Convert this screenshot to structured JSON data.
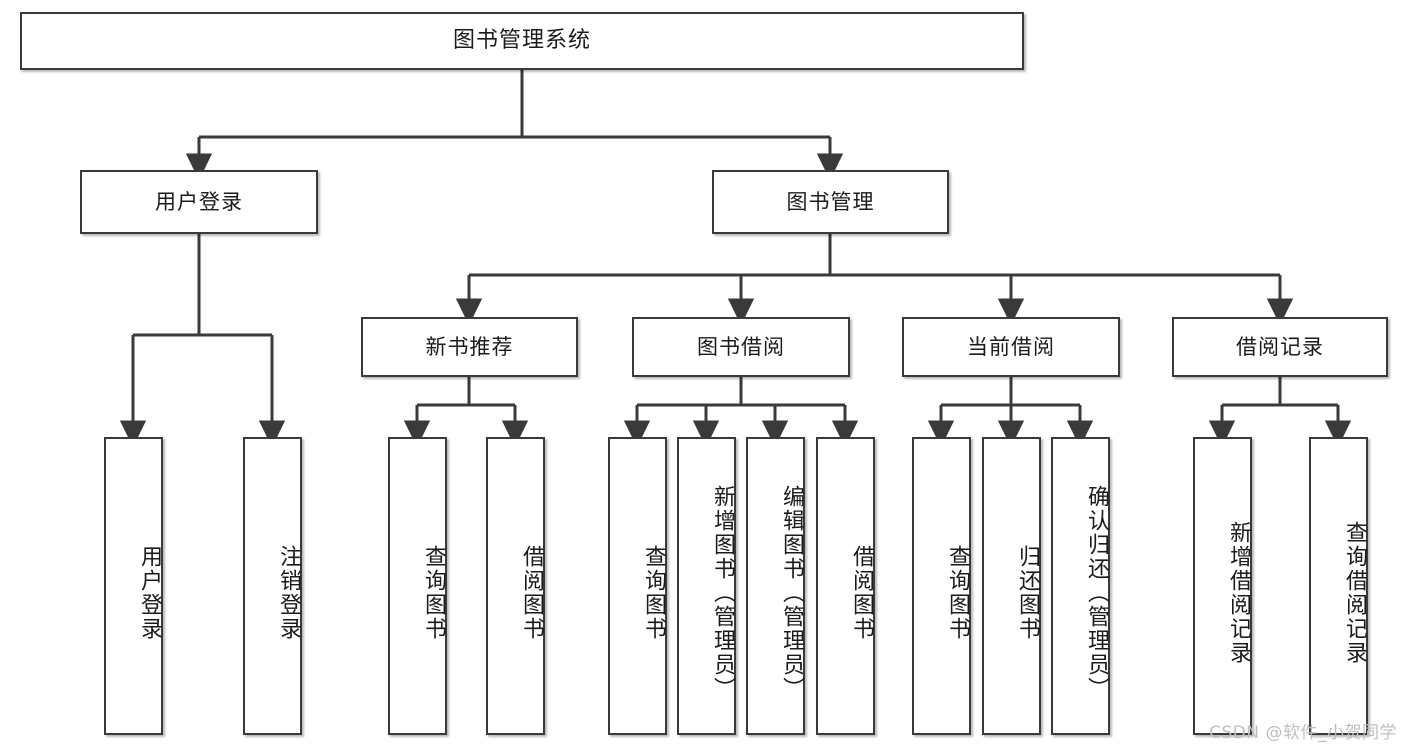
{
  "diagram": {
    "type": "tree",
    "title": "图书管理系统",
    "orientation": "top-down",
    "colors": {
      "box_border": "#3a3a3a",
      "box_fill": "#ffffff",
      "connector": "#3a3a3a",
      "text": "#1b1b1b",
      "watermark": "#bfbfbf"
    },
    "root": {
      "label": "图书管理系统"
    },
    "level2": [
      {
        "id": "user-login",
        "label": "用户登录"
      },
      {
        "id": "book-manage",
        "label": "图书管理"
      }
    ],
    "level3": [
      {
        "id": "new-book-rec",
        "label": "新书推荐"
      },
      {
        "id": "book-borrow",
        "label": "图书借阅"
      },
      {
        "id": "current-borrow",
        "label": "当前借阅"
      },
      {
        "id": "borrow-record",
        "label": "借阅记录"
      }
    ],
    "leaves": {
      "user_login": [
        {
          "id": "leaf-user-login",
          "label": "用户登录"
        },
        {
          "id": "leaf-logout",
          "label": "注销登录"
        }
      ],
      "new_book_rec": [
        {
          "id": "leaf-query-book-1",
          "label": "查询图书"
        },
        {
          "id": "leaf-borrow-book-1",
          "label": "借阅图书"
        }
      ],
      "book_borrow": [
        {
          "id": "leaf-query-book-2",
          "label": "查询图书"
        },
        {
          "id": "leaf-add-book",
          "label": "新增图书（管理员）"
        },
        {
          "id": "leaf-edit-book",
          "label": "编辑图书（管理员）"
        },
        {
          "id": "leaf-borrow-book-2",
          "label": "借阅图书"
        }
      ],
      "current_borrow": [
        {
          "id": "leaf-query-book-3",
          "label": "查询图书"
        },
        {
          "id": "leaf-return-book",
          "label": "归还图书"
        },
        {
          "id": "leaf-confirm-return",
          "label": "确认归还（管理员）"
        }
      ],
      "borrow_record": [
        {
          "id": "leaf-add-record",
          "label": "新增借阅记录"
        },
        {
          "id": "leaf-query-record",
          "label": "查询借阅记录"
        }
      ]
    }
  },
  "watermark": {
    "text": "CSDN @软件_小贺同学"
  }
}
